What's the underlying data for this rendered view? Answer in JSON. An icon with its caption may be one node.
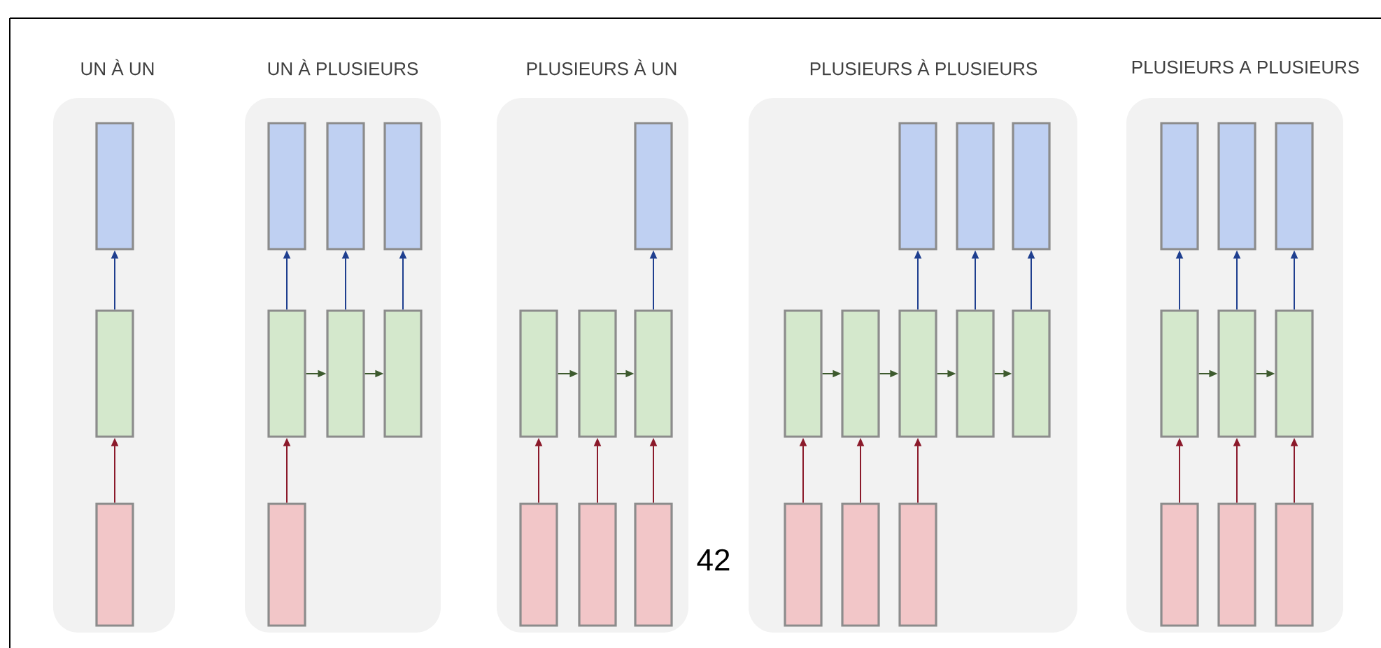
{
  "diagram": {
    "nodes": [
      {
        "text": [
          "UN À UN"
        ]
      },
      {
        "text": [],
        "shape": "box",
        "in": 0
      },
      {
        "text": [],
        "shape": "box",
        "in": 0
      },
      {
        "text": [],
        "shape": "box",
        "in": 0
      },
      {
        "text": [
          "UN À PLUSIEURS"
        ]
      },
      {
        "text": [],
        "shape": "box",
        "in": 4
      },
      {
        "text": [],
        "shape": "box",
        "in": 4
      },
      {
        "text": [],
        "shape": "box",
        "in": 4
      },
      {
        "text": [],
        "shape": "box",
        "in": 4
      },
      {
        "text": [],
        "shape": "box",
        "in": 4
      },
      {
        "text": [],
        "shape": "box",
        "in": 4
      },
      {
        "text": [],
        "shape": "box",
        "in": 4
      },
      {
        "text": [
          "PLUSIEURS À UN"
        ]
      },
      {
        "text": [],
        "shape": "box",
        "in": 12
      },
      {
        "text": [],
        "shape": "box",
        "in": 12
      },
      {
        "text": [],
        "shape": "box",
        "in": 12
      },
      {
        "text": [],
        "shape": "box",
        "in": 12
      },
      {
        "text": [],
        "shape": "box",
        "in": 12
      },
      {
        "text": [],
        "shape": "box",
        "in": 12
      },
      {
        "text": [],
        "shape": "box",
        "in": 12
      },
      {
        "text": [
          "PLUSIEURS À PLUSIEURS"
        ]
      },
      {
        "text": [],
        "shape": "box",
        "in": 20
      },
      {
        "text": [],
        "shape": "box",
        "in": 20
      },
      {
        "text": [],
        "shape": "box",
        "in": 20
      },
      {
        "text": [],
        "shape": "box",
        "in": 20
      },
      {
        "text": [],
        "shape": "box",
        "in": 20
      },
      {
        "text": [],
        "shape": "box",
        "in": 20
      },
      {
        "text": [],
        "shape": "box",
        "in": 20
      },
      {
        "text": [],
        "shape": "box",
        "in": 20
      },
      {
        "text": [],
        "shape": "box",
        "in": 20
      },
      {
        "text": [],
        "shape": "box",
        "in": 20
      },
      {
        "text": [],
        "shape": "box",
        "in": 20
      },
      {
        "text": [
          "PLUSIEURS A PLUSIEURS"
        ]
      },
      {
        "text": [],
        "shape": "box",
        "in": 32
      },
      {
        "text": [],
        "shape": "box",
        "in": 32
      },
      {
        "text": [],
        "shape": "box",
        "in": 32
      },
      {
        "text": [],
        "shape": "box",
        "in": 32
      },
      {
        "text": [],
        "shape": "box",
        "in": 32
      },
      {
        "text": [],
        "shape": "box",
        "in": 32
      },
      {
        "text": [],
        "shape": "box",
        "in": 32
      },
      {
        "text": [],
        "shape": "box",
        "in": 32
      },
      {
        "text": [],
        "shape": "box",
        "in": 32
      }
    ],
    "edges": [
      {
        "from": 3,
        "to": 2,
        "arrow": "to",
        "color": "#8b1a2b"
      },
      {
        "from": 2,
        "to": 1,
        "arrow": "to",
        "color": "#1f3f8f"
      },
      {
        "from": 11,
        "to": 8,
        "arrow": "to",
        "color": "#8b1a2b"
      },
      {
        "from": 8,
        "to": 5,
        "arrow": "to",
        "color": "#1f3f8f"
      },
      {
        "from": 9,
        "to": 6,
        "arrow": "to",
        "color": "#1f3f8f"
      },
      {
        "from": 10,
        "to": 7,
        "arrow": "to",
        "color": "#1f3f8f"
      },
      {
        "from": 8,
        "to": 9,
        "arrow": "to",
        "color": "#3d5a2e"
      },
      {
        "from": 9,
        "to": 10,
        "arrow": "to",
        "color": "#3d5a2e"
      },
      {
        "from": 17,
        "to": 14,
        "arrow": "to",
        "color": "#8b1a2b"
      },
      {
        "from": 18,
        "to": 15,
        "arrow": "to",
        "color": "#8b1a2b"
      },
      {
        "from": 19,
        "to": 16,
        "arrow": "to",
        "color": "#8b1a2b"
      },
      {
        "from": 16,
        "to": 13,
        "arrow": "to",
        "color": "#1f3f8f"
      },
      {
        "from": 14,
        "to": 15,
        "arrow": "to",
        "color": "#3d5a2e"
      },
      {
        "from": 15,
        "to": 16,
        "arrow": "to",
        "color": "#3d5a2e"
      },
      {
        "from": 29,
        "to": 24,
        "arrow": "to",
        "color": "#8b1a2b"
      },
      {
        "from": 30,
        "to": 25,
        "arrow": "to",
        "color": "#8b1a2b"
      },
      {
        "from": 31,
        "to": 26,
        "arrow": "to",
        "color": "#8b1a2b"
      },
      {
        "from": 26,
        "to": 21,
        "arrow": "to",
        "color": "#1f3f8f"
      },
      {
        "from": 27,
        "to": 22,
        "arrow": "to",
        "color": "#1f3f8f"
      },
      {
        "from": 28,
        "to": 23,
        "arrow": "to",
        "color": "#1f3f8f"
      },
      {
        "from": 24,
        "to": 25,
        "arrow": "to",
        "color": "#3d5a2e"
      },
      {
        "from": 25,
        "to": 26,
        "arrow": "to",
        "color": "#3d5a2e"
      },
      {
        "from": 26,
        "to": 27,
        "arrow": "to",
        "color": "#3d5a2e"
      },
      {
        "from": 27,
        "to": 28,
        "arrow": "to",
        "color": "#3d5a2e"
      },
      {
        "from": 39,
        "to": 36,
        "arrow": "to",
        "color": "#8b1a2b"
      },
      {
        "from": 40,
        "to": 37,
        "arrow": "to",
        "color": "#8b1a2b"
      },
      {
        "from": 41,
        "to": 38,
        "arrow": "to",
        "color": "#8b1a2b"
      },
      {
        "from": 36,
        "to": 33,
        "arrow": "to",
        "color": "#1f3f8f"
      },
      {
        "from": 37,
        "to": 34,
        "arrow": "to",
        "color": "#1f3f8f"
      },
      {
        "from": 38,
        "to": 35,
        "arrow": "to",
        "color": "#1f3f8f"
      },
      {
        "from": 36,
        "to": 37,
        "arrow": "to",
        "color": "#3d5a2e"
      },
      {
        "from": 37,
        "to": 38,
        "arrow": "to",
        "color": "#3d5a2e"
      }
    ],
    "labels": [
      "42"
    ]
  }
}
